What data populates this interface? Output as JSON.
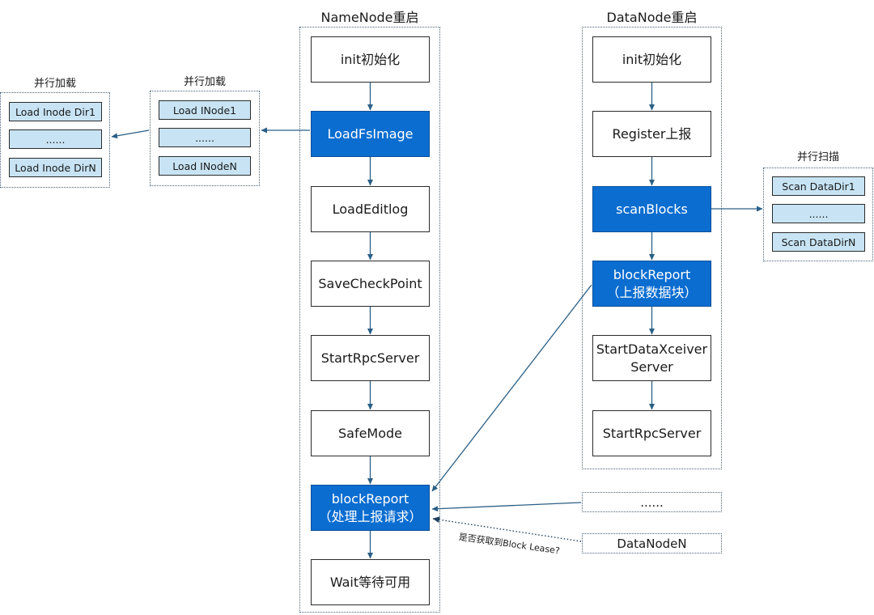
{
  "namenode": {
    "title": "NameNode重启",
    "steps": {
      "init": "init初始化",
      "load_fsimage": "LoadFsImage",
      "load_editlog": "LoadEditlog",
      "save_checkpoint": "SaveCheckPoint",
      "start_rpc": "StartRpcServer",
      "safemode": "SafeMode",
      "block_report_line1": "blockReport",
      "block_report_line2": "（处理上报请求）",
      "wait": "Wait等待可用"
    }
  },
  "inode_group": {
    "title": "并行加载",
    "items": [
      "Load INode1",
      "......",
      "Load INodeN"
    ]
  },
  "dir_group": {
    "title": "并行加载",
    "items": [
      "Load Inode Dir1",
      "......",
      "Load Inode DirN"
    ]
  },
  "datanode": {
    "title": "DataNode重启",
    "steps": {
      "init": "init初始化",
      "register": "Register上报",
      "scan_blocks": "scanBlocks",
      "block_report_line1": "blockReport",
      "block_report_line2": "（上报数据块）",
      "start_xceiver_line1": "StartDataXceiver",
      "start_xceiver_line2": "Server",
      "start_rpc": "StartRpcServer"
    }
  },
  "scan_group": {
    "title": "并行扫描",
    "items": [
      "Scan DataDir1",
      "......",
      "Scan DataDirN"
    ]
  },
  "other_datanodes": {
    "ellipsis": "......",
    "node_n": "DataNodeN"
  },
  "lease_label": "是否获取到Block Lease?",
  "colors": {
    "primary_blue": "#0b6dd0",
    "light_blue": "#c8e4f4",
    "arrow": "#2a5f86",
    "border": "#4a6378"
  }
}
